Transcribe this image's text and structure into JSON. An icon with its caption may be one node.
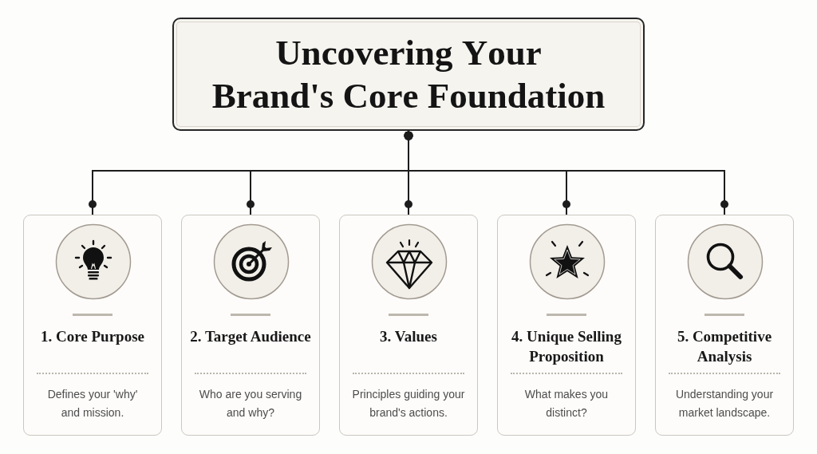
{
  "diagram": {
    "nodes": [
      {
        "text": [
          "Uncovering Your Brand's Core Foundation"
        ]
      },
      {
        "text": [
          "1. Core Purpose",
          "Defines your 'why' and mission."
        ]
      },
      {
        "text": [
          "2. Target Audience",
          "Who are you serving and why?"
        ]
      },
      {
        "text": [
          "3. Values",
          "Principles guiding your brand's actions."
        ]
      },
      {
        "text": [
          "4. Unique Selling Proposition",
          "What makes you distinct?"
        ]
      },
      {
        "text": [
          "5. Competitive Analysis",
          "Understanding your market landscape."
        ]
      }
    ],
    "edges": [
      {
        "from": 0,
        "to": 1,
        "arrow": "other"
      },
      {
        "from": 0,
        "to": 2,
        "arrow": "other"
      },
      {
        "from": 0,
        "to": 3,
        "arrow": "other"
      },
      {
        "from": 0,
        "to": 4,
        "arrow": "other"
      },
      {
        "from": 0,
        "to": 5,
        "arrow": "other"
      }
    ]
  }
}
